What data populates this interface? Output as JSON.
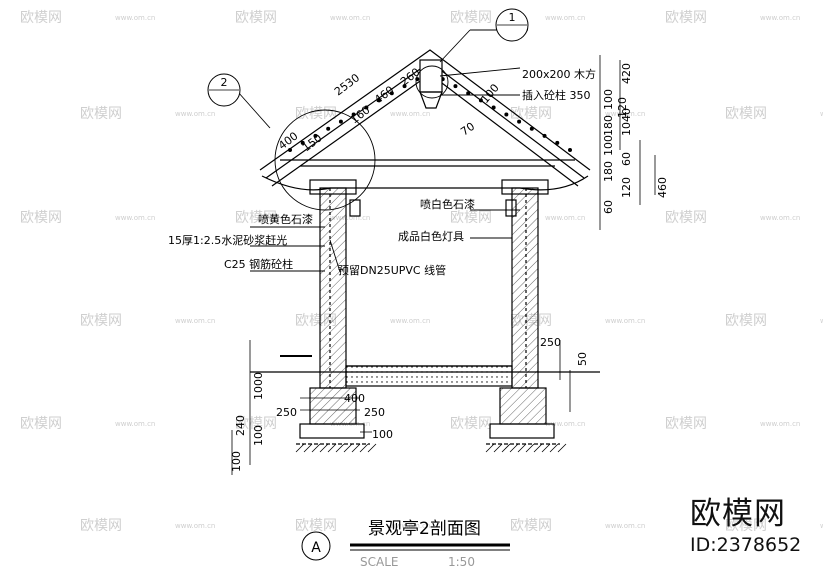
{
  "drawing": {
    "title": "景观亭2剖面图",
    "section_mark": "A",
    "scale_label": "SCALE",
    "scale_value": "1:50",
    "callouts": [
      {
        "id": "callout-1",
        "number": "1"
      },
      {
        "id": "callout-2",
        "number": "2"
      }
    ],
    "annotations": {
      "timber_post_1": "200x200 木方",
      "timber_post_2": "插入砼柱 350",
      "yellow_paint": "喷黄色石漆",
      "cement_mortar": "15厚1:2.5水泥砂浆赶光",
      "rc_column": "C25 钢筋砼柱",
      "conduit": "预留DN25UPVC  线管",
      "white_paint": "喷白色石漆",
      "light_fixture": "成品白色灯具"
    },
    "dimensions": {
      "roof_slope_length": "2530",
      "roof_260": "260",
      "roof_460": "460",
      "roof_160": "160",
      "roof_400": "400",
      "roof_150": "150",
      "roof_100": "100",
      "roof_70": "70",
      "top_420": "420",
      "right_100": "100",
      "right_180": "180",
      "right_1040": "1040",
      "right_60": "60",
      "right_120": "120",
      "right_460": "460",
      "left_60": "60",
      "left_180": "180",
      "left_100": "100",
      "left_120": "120",
      "base_250a": "250",
      "base_400": "400",
      "base_250b": "250",
      "base_100": "100",
      "height_1000": "1000",
      "height_100": "100",
      "height_240": "240",
      "height_100b": "100",
      "right_250": "250",
      "right_50": "50"
    }
  },
  "watermarks": {
    "brand_text": "欧模网",
    "site_text": "www.om.cn"
  },
  "brand": {
    "name": "欧模网",
    "id": "ID:2378652"
  }
}
